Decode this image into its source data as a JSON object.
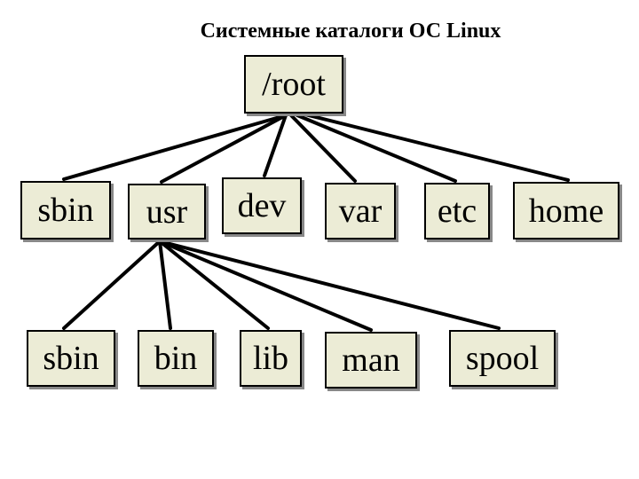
{
  "title": "Системные каталоги ОС Linux",
  "colors": {
    "node_fill": "#ececd6",
    "node_border": "#000000",
    "node_shadow": "#888888",
    "edge": "#000000"
  },
  "tree": {
    "root": "/root",
    "level1": [
      "sbin",
      "usr",
      "dev",
      "var",
      "etc",
      "home"
    ],
    "level2": [
      "sbin",
      "bin",
      "lib",
      "man",
      "spool"
    ],
    "level2_parent": "usr"
  }
}
